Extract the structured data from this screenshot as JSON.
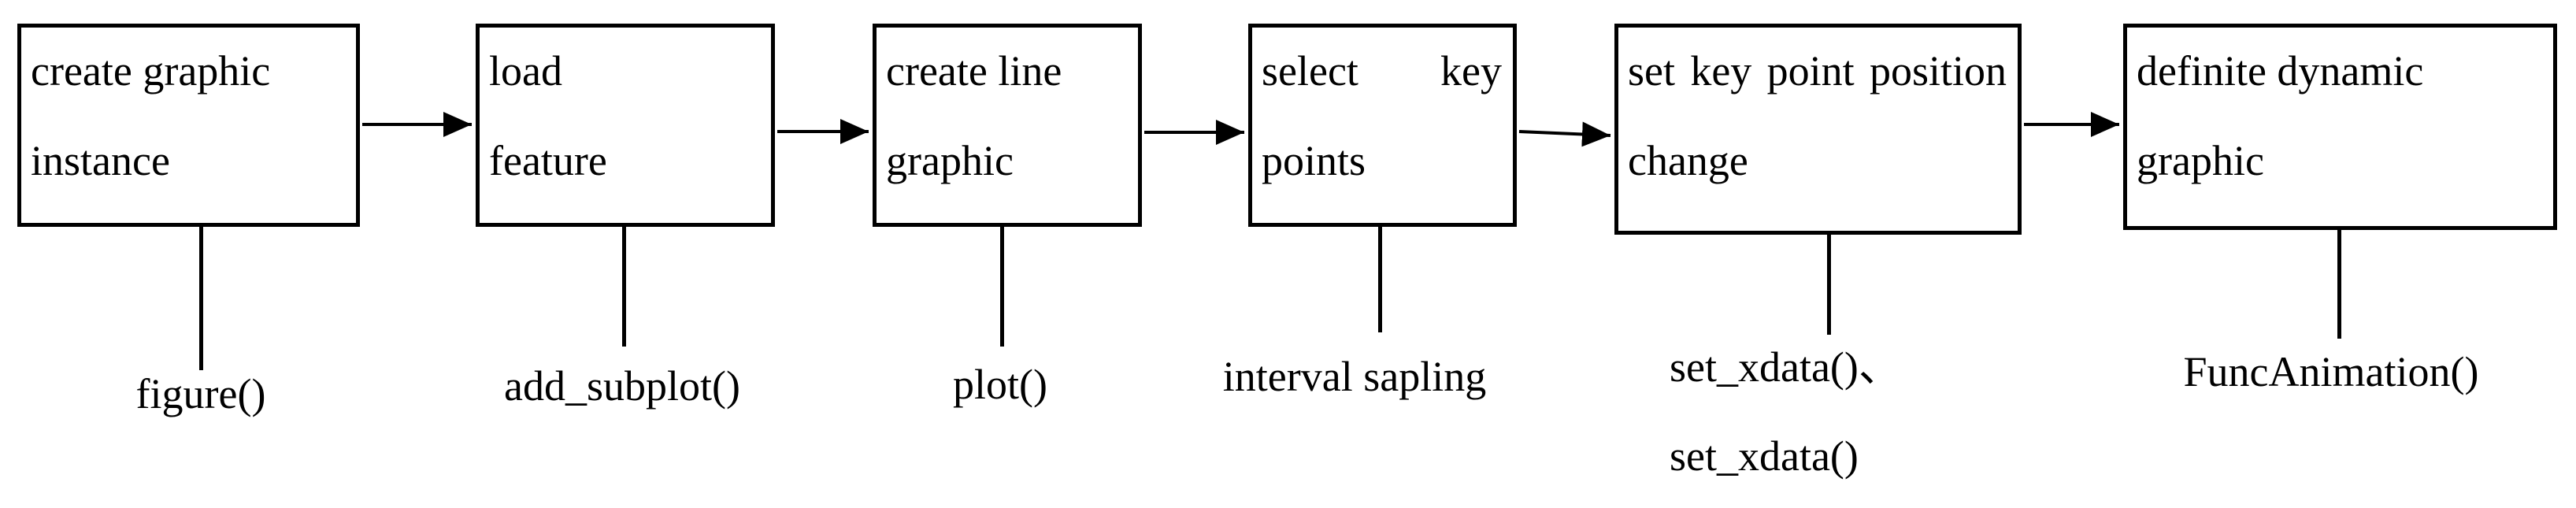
{
  "steps": [
    {
      "label": "create graphic instance",
      "function": "figure()"
    },
    {
      "label": "load feature",
      "function": "add_subplot()"
    },
    {
      "label": "create line graphic",
      "function": "plot()"
    },
    {
      "label": "select key points",
      "function": "interval sapling"
    },
    {
      "label": "set key point position change",
      "function": "set_xdata()、set_xdata()",
      "function_lines": [
        "set_xdata()、",
        "set_xdata()"
      ]
    },
    {
      "label": "definite dynamic graphic",
      "function": "FuncAnimation()"
    }
  ]
}
